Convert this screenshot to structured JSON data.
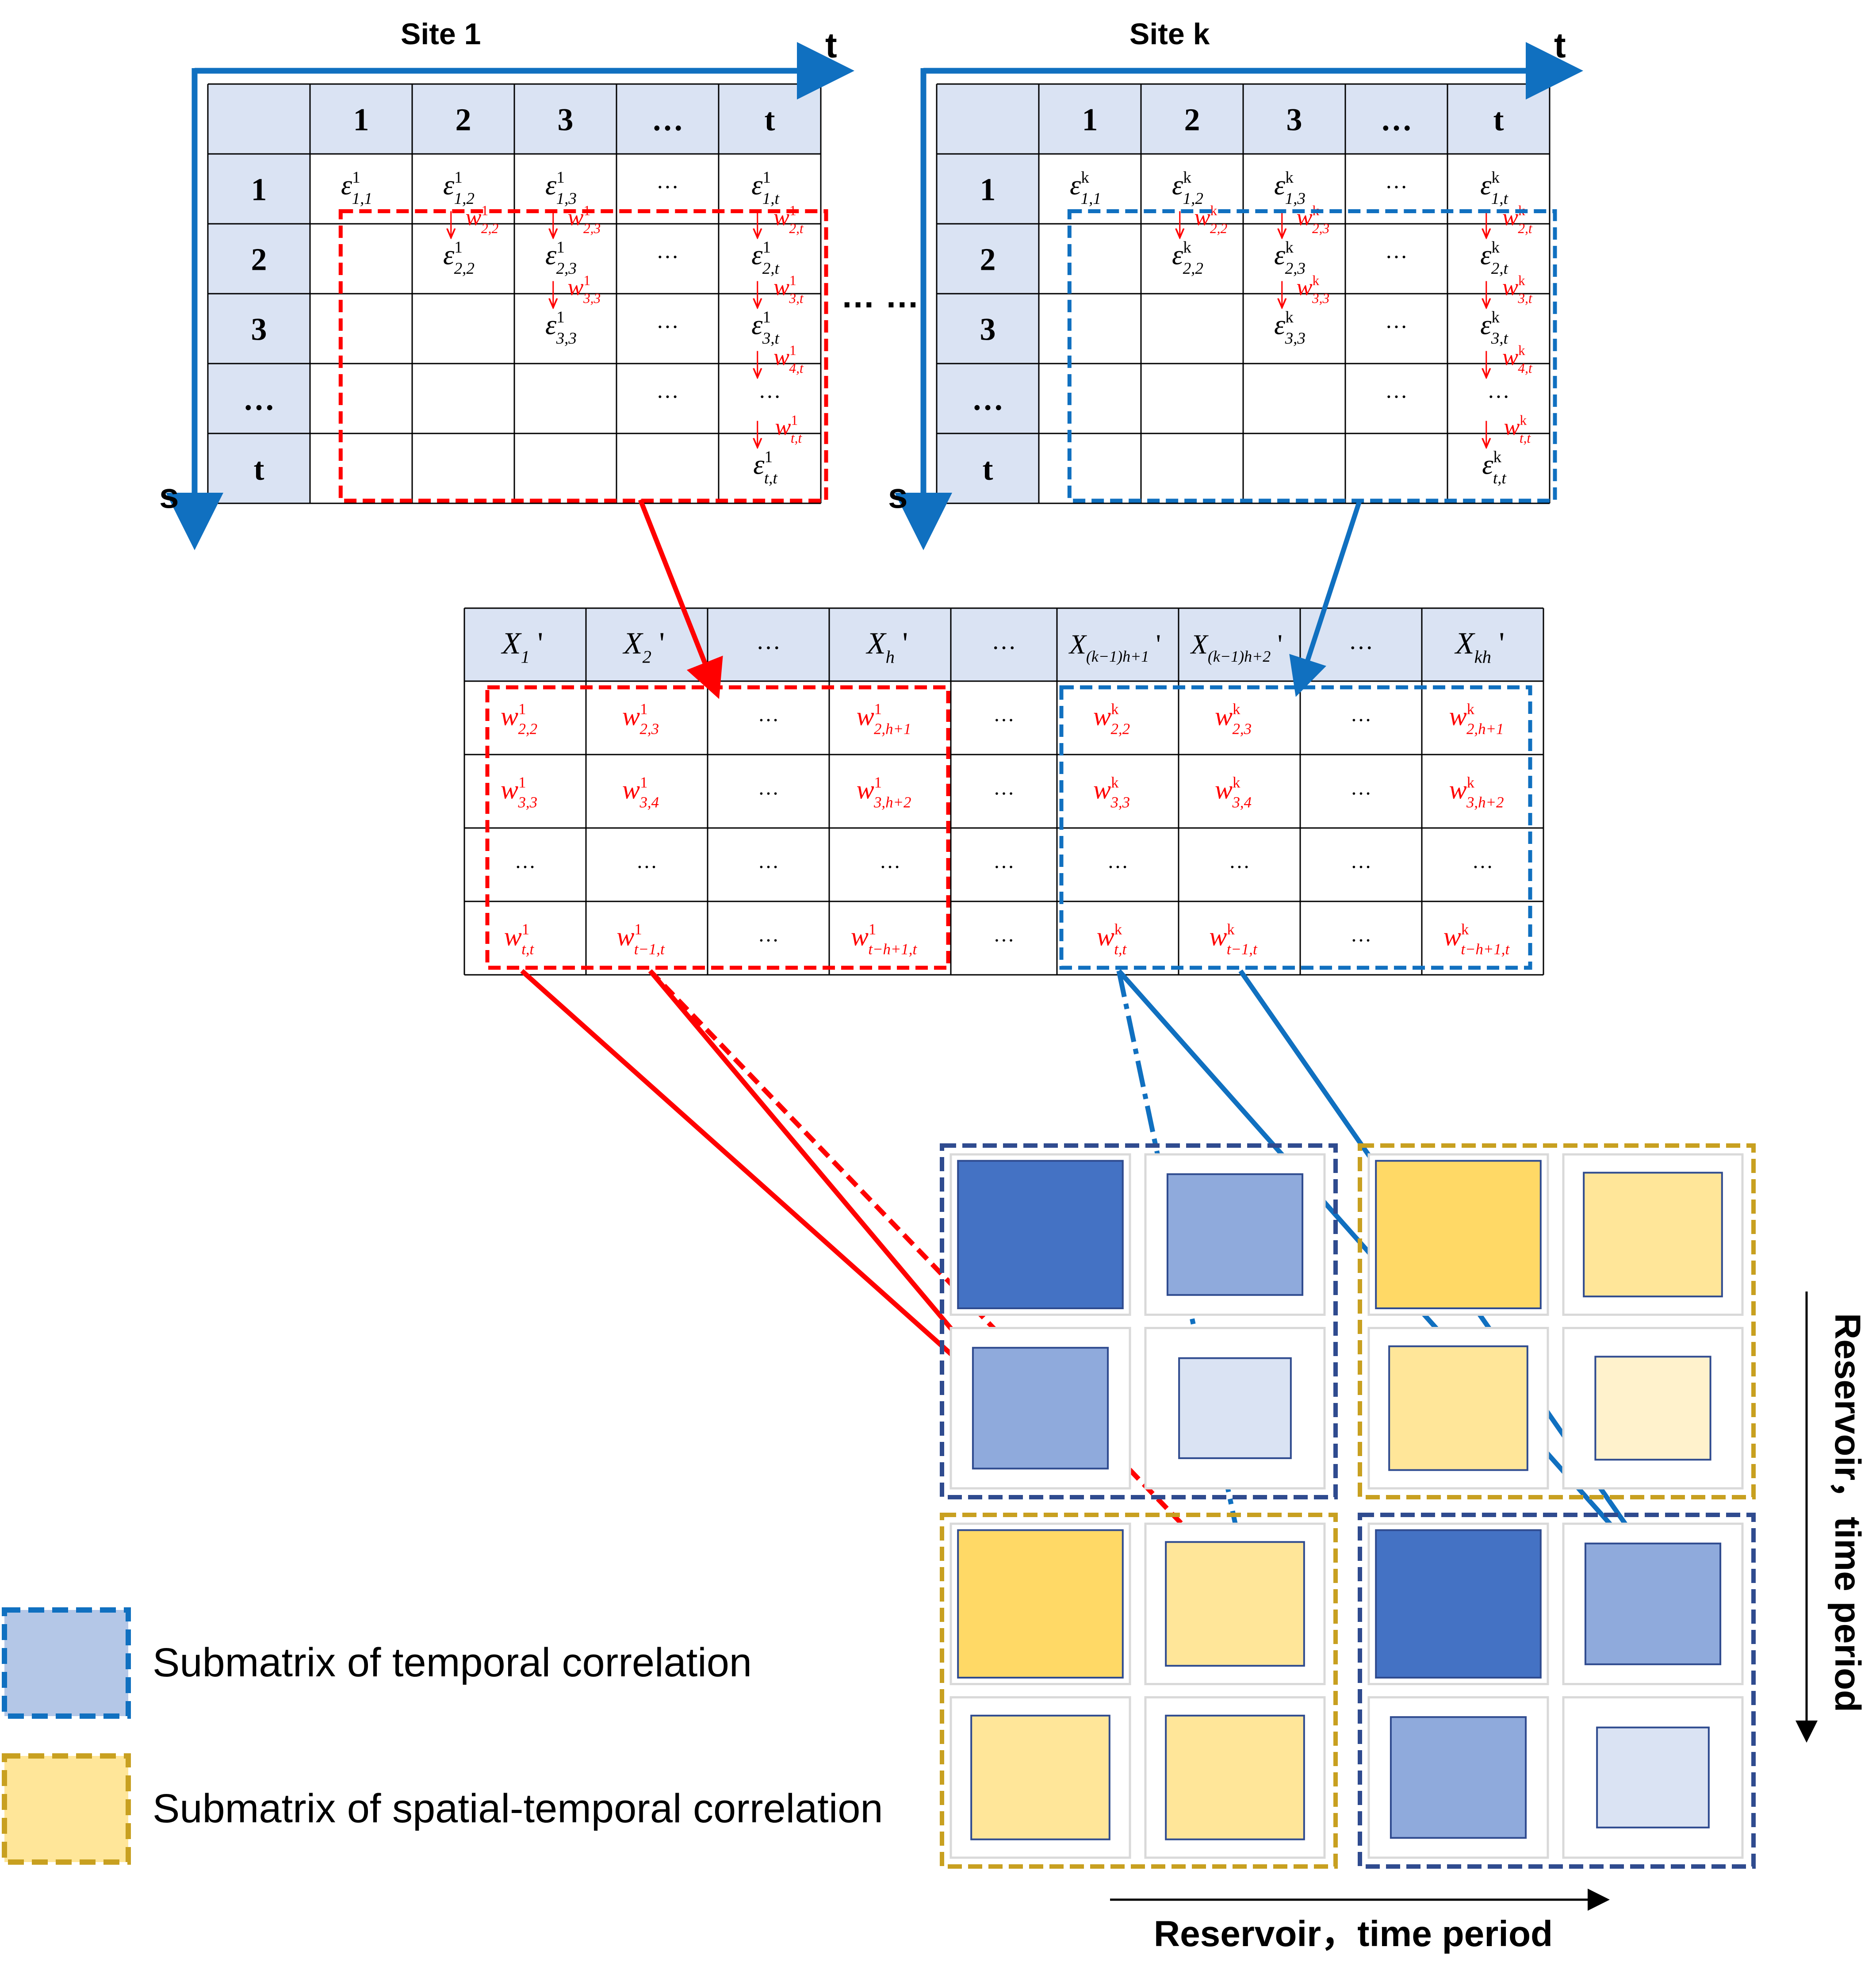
{
  "site1": {
    "title": "Site 1",
    "axis_t": "t",
    "axis_s": "s",
    "col_headers": [
      "1",
      "2",
      "3",
      "…",
      "t"
    ],
    "row_headers": [
      "1",
      "2",
      "3",
      "…",
      "t"
    ],
    "cells": [
      [
        {
          "b": "ε",
          "sup": "1",
          "sub": "1,1"
        },
        {
          "b": "ε",
          "sup": "1",
          "sub": "1,2"
        },
        {
          "b": "ε",
          "sup": "1",
          "sub": "1,3"
        },
        {
          "t": "…"
        },
        {
          "b": "ε",
          "sup": "1",
          "sub": "1,t"
        }
      ],
      [
        null,
        {
          "b": "ε",
          "sup": "1",
          "sub": "2,2"
        },
        {
          "b": "ε",
          "sup": "1",
          "sub": "2,3"
        },
        {
          "t": "…"
        },
        {
          "b": "ε",
          "sup": "1",
          "sub": "2,t"
        }
      ],
      [
        null,
        null,
        {
          "b": "ε",
          "sup": "1",
          "sub": "3,3"
        },
        {
          "t": "…"
        },
        {
          "b": "ε",
          "sup": "1",
          "sub": "3,t"
        }
      ],
      [
        null,
        null,
        null,
        {
          "t": "…"
        },
        {
          "t": "…"
        }
      ],
      [
        null,
        null,
        null,
        null,
        {
          "b": "ε",
          "sup": "1",
          "sub": "t,t"
        }
      ]
    ],
    "weights": [
      {
        "sup": "1",
        "sub": "2,2",
        "row": 0,
        "col": 1
      },
      {
        "sup": "1",
        "sub": "2,3",
        "row": 0,
        "col": 2
      },
      {
        "sup": "1",
        "sub": "2,t",
        "row": 0,
        "col": 4
      },
      {
        "sup": "1",
        "sub": "3,3",
        "row": 1,
        "col": 2
      },
      {
        "sup": "1",
        "sub": "3,t",
        "row": 1,
        "col": 4
      },
      {
        "sup": "1",
        "sub": "4,t",
        "row": 2,
        "col": 4
      },
      {
        "sup": "1",
        "sub": "t,t",
        "row": 3,
        "col": 4
      }
    ]
  },
  "sitek": {
    "title": "Site k",
    "axis_t": "t",
    "axis_s": "s",
    "col_headers": [
      "1",
      "2",
      "3",
      "…",
      "t"
    ],
    "row_headers": [
      "1",
      "2",
      "3",
      "…",
      "t"
    ],
    "cells": [
      [
        {
          "b": "ε",
          "sup": "k",
          "sub": "1,1"
        },
        {
          "b": "ε",
          "sup": "k",
          "sub": "1,2"
        },
        {
          "b": "ε",
          "sup": "k",
          "sub": "1,3"
        },
        {
          "t": "…"
        },
        {
          "b": "ε",
          "sup": "k",
          "sub": "1,t"
        }
      ],
      [
        null,
        {
          "b": "ε",
          "sup": "k",
          "sub": "2,2"
        },
        {
          "b": "ε",
          "sup": "k",
          "sub": "2,3"
        },
        {
          "t": "…"
        },
        {
          "b": "ε",
          "sup": "k",
          "sub": "2,t"
        }
      ],
      [
        null,
        null,
        {
          "b": "ε",
          "sup": "k",
          "sub": "3,3"
        },
        {
          "t": "…"
        },
        {
          "b": "ε",
          "sup": "k",
          "sub": "3,t"
        }
      ],
      [
        null,
        null,
        null,
        {
          "t": "…"
        },
        {
          "t": "…"
        }
      ],
      [
        null,
        null,
        null,
        null,
        {
          "b": "ε",
          "sup": "k",
          "sub": "t,t"
        }
      ]
    ],
    "weights": [
      {
        "sup": "k",
        "sub": "2,2",
        "row": 0,
        "col": 1
      },
      {
        "sup": "k",
        "sub": "2,3",
        "row": 0,
        "col": 2
      },
      {
        "sup": "k",
        "sub": "2,t",
        "row": 0,
        "col": 4
      },
      {
        "sup": "k",
        "sub": "3,3",
        "row": 1,
        "col": 2
      },
      {
        "sup": "k",
        "sub": "3,t",
        "row": 1,
        "col": 4
      },
      {
        "sup": "k",
        "sub": "4,t",
        "row": 2,
        "col": 4
      },
      {
        "sup": "k",
        "sub": "t,t",
        "row": 3,
        "col": 4
      }
    ]
  },
  "between_sites": "… …",
  "middle_table": {
    "headers": [
      {
        "b": "X",
        "sub": "1",
        "tail": "'"
      },
      {
        "b": "X",
        "sub": "2",
        "tail": "'"
      },
      {
        "t": "…"
      },
      {
        "b": "X",
        "sub": "h",
        "tail": "'"
      },
      {
        "t": "…"
      },
      {
        "b": "X",
        "sub": "(k−1)h+1",
        "tail": "'"
      },
      {
        "b": "X",
        "sub": "(k−1)h+2",
        "tail": "'"
      },
      {
        "t": "…"
      },
      {
        "b": "X",
        "sub": "kh",
        "tail": "'"
      }
    ],
    "rows": [
      [
        {
          "b": "w",
          "sup": "1",
          "sub": "2,2"
        },
        {
          "b": "w",
          "sup": "1",
          "sub": "2,3"
        },
        {
          "t": "…"
        },
        {
          "b": "w",
          "sup": "1",
          "sub": "2,h+1"
        },
        {
          "t": "…"
        },
        {
          "b": "w",
          "sup": "k",
          "sub": "2,2"
        },
        {
          "b": "w",
          "sup": "k",
          "sub": "2,3"
        },
        {
          "t": "…"
        },
        {
          "b": "w",
          "sup": "k",
          "sub": "2,h+1"
        }
      ],
      [
        {
          "b": "w",
          "sup": "1",
          "sub": "3,3"
        },
        {
          "b": "w",
          "sup": "1",
          "sub": "3,4"
        },
        {
          "t": "…"
        },
        {
          "b": "w",
          "sup": "1",
          "sub": "3,h+2"
        },
        {
          "t": "…"
        },
        {
          "b": "w",
          "sup": "k",
          "sub": "3,3"
        },
        {
          "b": "w",
          "sup": "k",
          "sub": "3,4"
        },
        {
          "t": "…"
        },
        {
          "b": "w",
          "sup": "k",
          "sub": "3,h+2"
        }
      ],
      [
        {
          "t": "…"
        },
        {
          "t": "…"
        },
        {
          "t": "…"
        },
        {
          "t": "…"
        },
        {
          "t": "…"
        },
        {
          "t": "…"
        },
        {
          "t": "…"
        },
        {
          "t": "…"
        },
        {
          "t": "…"
        }
      ],
      [
        {
          "b": "w",
          "sup": "1",
          "sub": "t,t"
        },
        {
          "b": "w",
          "sup": "1",
          "sub": "t−1,t"
        },
        {
          "t": "…"
        },
        {
          "b": "w",
          "sup": "1",
          "sub": "t−h+1,t"
        },
        {
          "t": "…"
        },
        {
          "b": "w",
          "sup": "k",
          "sub": "t,t"
        },
        {
          "b": "w",
          "sup": "k",
          "sub": "t−1,t"
        },
        {
          "t": "…"
        },
        {
          "b": "w",
          "sup": "k",
          "sub": "t−h+1,t"
        }
      ]
    ]
  },
  "legend": {
    "temporal": "Submatrix of temporal correlation",
    "spatial_temporal": "Submatrix of spatial-temporal correlation"
  },
  "axes": {
    "horizontal": "Reservoir，time period",
    "vertical": "Reservoir，time period"
  },
  "colors": {
    "header_fill": "#dae3f3",
    "site1_accent": "#ff0000",
    "sitek_accent": "#1070c0",
    "temporal_border": "#2f4b8f",
    "spatial_temporal_border": "#c8a020"
  },
  "matrix_blocks": [
    {
      "type": "temporal",
      "cells": [
        {
          "level": 1.0
        },
        {
          "level": 0.55
        },
        {
          "level": 0.55
        },
        {
          "level": 0.2
        }
      ]
    },
    {
      "type": "spatial-temporal",
      "cells": [
        {
          "level": 1.0
        },
        {
          "level": 0.6
        },
        {
          "level": 0.6
        },
        {
          "level": 0.25
        }
      ]
    },
    {
      "type": "spatial-temporal",
      "cells": [
        {
          "level": 1.0
        },
        {
          "level": 0.6
        },
        {
          "level": 0.6
        },
        {
          "level": 0.6
        }
      ]
    },
    {
      "type": "temporal",
      "cells": [
        {
          "level": 1.0
        },
        {
          "level": 0.55
        },
        {
          "level": 0.55
        },
        {
          "level": 0.2
        }
      ]
    }
  ]
}
